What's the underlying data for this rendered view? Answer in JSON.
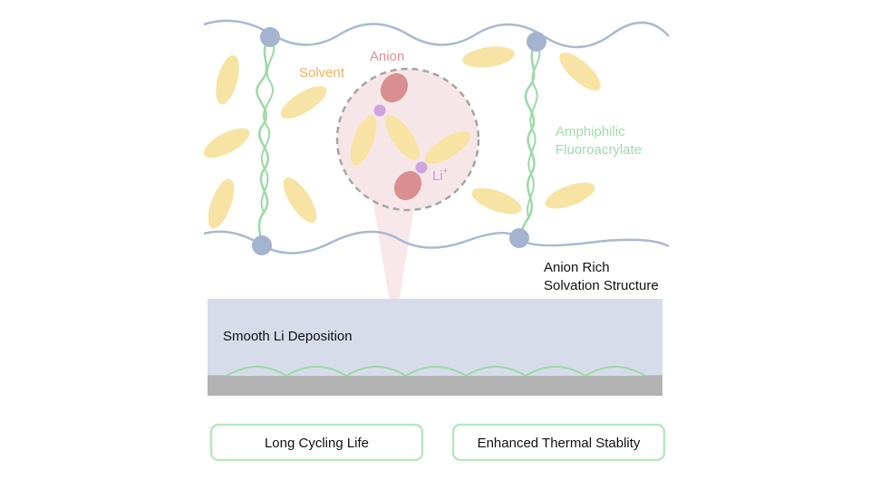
{
  "labels": {
    "solvent": "Solvent",
    "anion": "Anion",
    "li": "Li",
    "li_charge": "+",
    "amphiphilic_line1": "Amphiphilic",
    "amphiphilic_line2": "Fluoroacrylate",
    "solvation_line1": "Anion Rich",
    "solvation_line2": "Solvation Structure",
    "deposition": "Smooth Li Deposition"
  },
  "outcomes": [
    {
      "label": "Long Cycling Life"
    },
    {
      "label": "Enhanced Thermal Stablity"
    }
  ],
  "colors": {
    "polymer_chain": "#a8b9d4",
    "node": "#a4b4d0",
    "crosslinker": "#9bdaa5",
    "solvent": "#f7e3a3",
    "anion": "#d98f8f",
    "li_ion": "#cfa3dd",
    "inset_fill": "#f7e6e8",
    "inset_border": "#a5a5a5",
    "electrolyte_layer": "#d6dce9",
    "li_deposit_edge": "#9bdaa5",
    "substrate": "#b2b2b2",
    "pill_border": "#b9e6c0",
    "solvent_text": "#f0b25a",
    "anion_text": "#e0918f",
    "li_text": "#c79bd8",
    "amphiphilic_text": "#9fdcaa"
  }
}
